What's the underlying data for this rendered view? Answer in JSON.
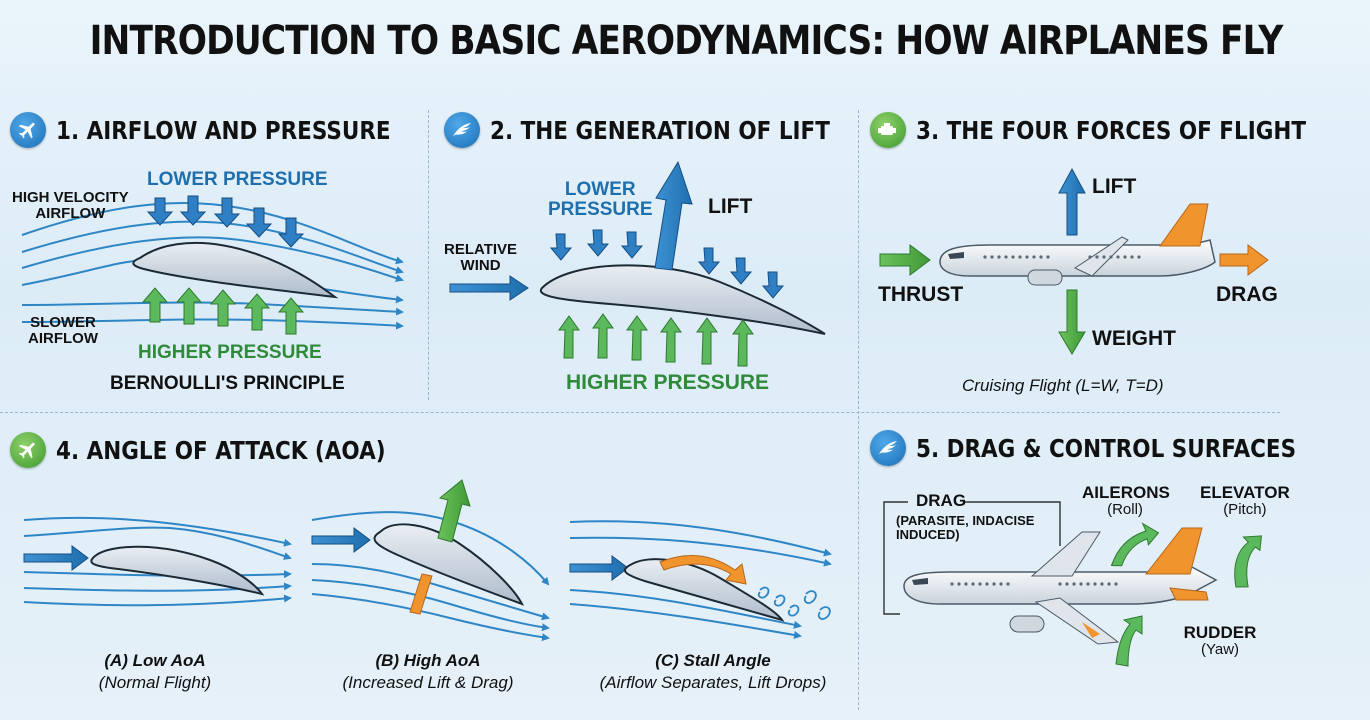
{
  "title": "INTRODUCTION TO BASIC AERODYNAMICS: HOW AIRPLANES FLY",
  "colors": {
    "flow": "#2f86c6",
    "blue_arrow": "#2f7fc4",
    "green_arrow": "#5cb85c",
    "orange": "#f0942e",
    "label_blue": "#1f6fae",
    "label_green": "#2f8a3a"
  },
  "panel1": {
    "title": "1. AIRFLOW AND PRESSURE",
    "icon": "airplane-icon",
    "high_velocity": "HIGH VELOCITY\nAIRFLOW",
    "lower_pressure": "LOWER PRESSURE",
    "slower_airflow": "SLOWER\nAIRFLOW",
    "higher_pressure": "HIGHER PRESSURE",
    "principle": "BERNOULLI'S PRINCIPLE"
  },
  "panel2": {
    "title": "2. THE GENERATION OF LIFT",
    "icon": "wing-icon",
    "lower_pressure": "LOWER\nPRESSURE",
    "lift": "LIFT",
    "relative_wind": "RELATIVE\nWIND",
    "higher_pressure": "HIGHER PRESSURE"
  },
  "panel3": {
    "title": "3. THE FOUR FORCES OF FLIGHT",
    "icon": "engine-icon",
    "lift": "LIFT",
    "thrust": "THRUST",
    "drag": "DRAG",
    "weight": "WEIGHT",
    "caption": "Cruising Flight (L=W, T=D)"
  },
  "panel4": {
    "title": "4. ANGLE OF ATTACK (AOA)",
    "icon": "airplane-icon",
    "cases": [
      {
        "label": "(A) Low AoA",
        "sub": "(Normal Flight)"
      },
      {
        "label": "(B) High AoA",
        "sub": "(Increased Lift & Drag)"
      },
      {
        "label": "(C) Stall Angle",
        "sub": "(Airflow Separates, Lift Drops)"
      }
    ]
  },
  "panel5": {
    "title": "5. DRAG & CONTROL SURFACES",
    "icon": "wing-icon",
    "drag": "DRAG",
    "drag_sub": "(PARASITE, INDACISE\nINDUCED)",
    "ailerons": "AILERONS",
    "ailerons_sub": "(Roll)",
    "elevator": "ELEVATOR",
    "elevator_sub": "(Pitch)",
    "rudder": "RUDDER",
    "rudder_sub": "(Yaw)"
  }
}
